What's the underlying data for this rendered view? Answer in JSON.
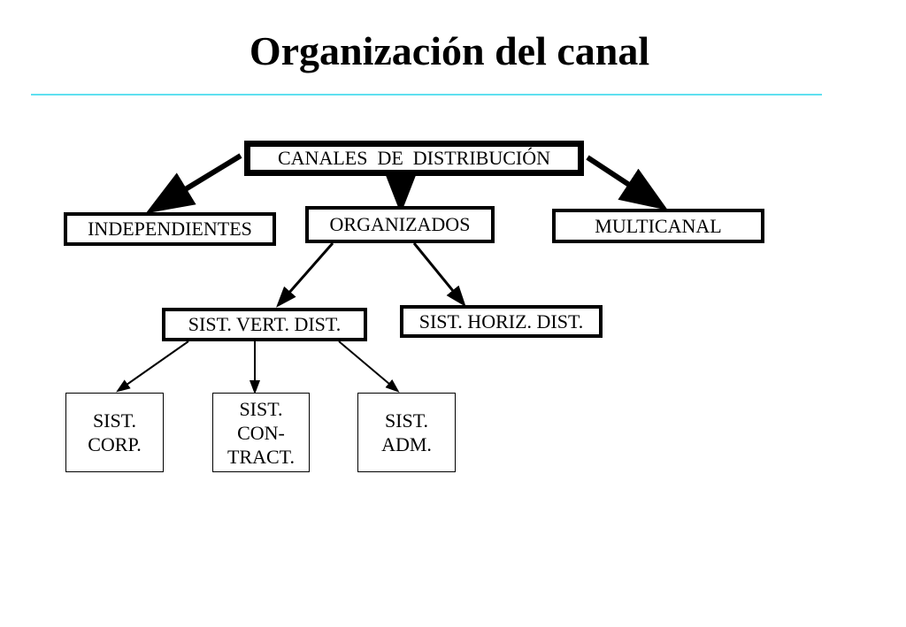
{
  "title": "Organización del canal",
  "colors": {
    "rule": "#5fe0f0",
    "text": "#000000",
    "border": "#000000"
  },
  "nodes": {
    "root": "CANALES  DE  DISTRIBUCIÓN",
    "independientes": "INDEPENDIENTES",
    "organizados": "ORGANIZADOS",
    "multicanal": "MULTICANAL",
    "vertical": "SIST. VERT. DIST.",
    "horizontal": "SIST. HORIZ. DIST.",
    "corp": "SIST.\nCORP.",
    "contract": "SIST.\nCON-\nTRACT.",
    "adm": "SIST.\nADM."
  }
}
